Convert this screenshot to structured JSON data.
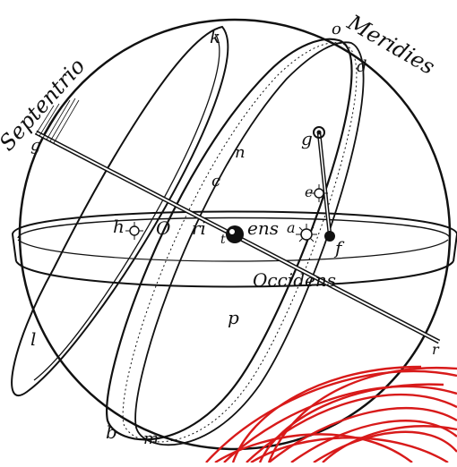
{
  "labels": {
    "septentrio": "Septentrio",
    "meridies": "Meridies",
    "occidens": "Occidens",
    "oriens_start": "O",
    "oriens_mid": "ri",
    "oriens_end": "ens",
    "letter_k": "k",
    "letter_o": "o",
    "letter_d": "d",
    "letter_g_left": "g",
    "letter_n": "n",
    "letter_g_right": "g",
    "letter_c": "c",
    "letter_e": "e",
    "letter_h": "h",
    "letter_t": "t",
    "letter_a": "a",
    "letter_f": "f",
    "letter_l": "l",
    "letter_p": "p",
    "letter_r": "r",
    "letter_b": "b",
    "letter_m": "m"
  },
  "colors": {
    "ink": "#111111",
    "overlay": "#d81a1a",
    "paper": "#ffffff"
  }
}
